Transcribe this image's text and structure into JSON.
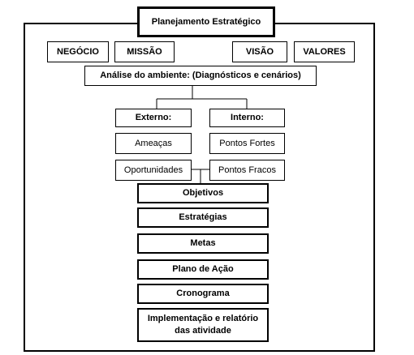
{
  "title": "Planejamento Estratégico",
  "top_boxes": [
    "NEGÓCIO",
    "MISSÃO",
    "VISÃO",
    "VALORES"
  ],
  "analysis": "Análise do ambiente: (Diagnósticos e cenários)",
  "external": {
    "header": "Externo:",
    "items": [
      "Ameaças",
      "Oportunidades"
    ]
  },
  "internal": {
    "header": "Interno:",
    "items": [
      "Pontos Fortes",
      "Pontos Fracos"
    ]
  },
  "steps": [
    "Objetivos",
    "Estratégias",
    "Metas",
    "Plano de Ação",
    "Cronograma"
  ],
  "final_step": {
    "line1": "Implementação e relatório",
    "line2": "das atividade"
  }
}
